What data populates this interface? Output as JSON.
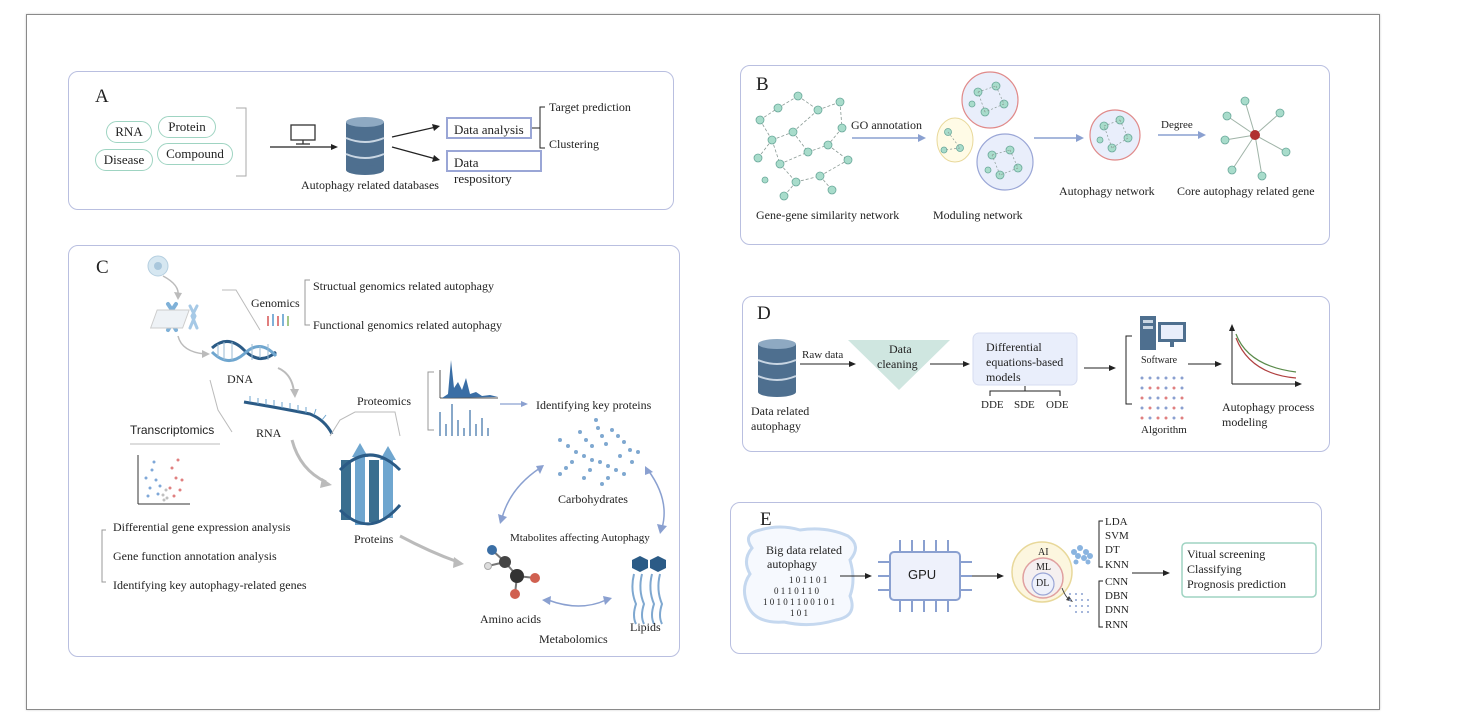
{
  "panelA": {
    "letter": "A",
    "pills": [
      "RNA",
      "Protein",
      "Disease",
      "Compound"
    ],
    "db_label": "Autophagy related databases",
    "boxes": [
      "Data analysis",
      "Data respository"
    ],
    "branches": [
      "Target prediction",
      "Clustering"
    ]
  },
  "panelB": {
    "letter": "B",
    "go_label": "GO annotation",
    "degree_label": "Degree",
    "captions": [
      "Gene-gene similarity network",
      "Moduling network",
      "Autophagy network",
      "Core autophagy related gene"
    ]
  },
  "panelC": {
    "letter": "C",
    "genomics": "Genomics",
    "genomics_items": [
      "Structual genomics related autophagy",
      "Functional genomics related autophagy"
    ],
    "dna": "DNA",
    "rna": "RNA",
    "proteomics": "Proteomics",
    "key_proteins": "Identifying key proteins",
    "transcriptomics": "Transcriptomics",
    "transcript_items": [
      "Differential gene expression analysis",
      "Gene function annotation analysis",
      "Identifying key autophagy-related genes"
    ],
    "proteins": "Proteins",
    "carbohydrates": "Carbohydrates",
    "metabolites": "Mtabolites affecting Autophagy",
    "amino_acids": "Amino acids",
    "lipids": "Lipids",
    "metabolomics": "Metabolomics"
  },
  "panelD": {
    "letter": "D",
    "raw_data": "Raw data",
    "cleaning": [
      "Data",
      "cleaning"
    ],
    "models": [
      "Differential",
      "equations-based",
      "models"
    ],
    "eq_types": [
      "DDE",
      "SDE",
      "ODE"
    ],
    "software": "Software",
    "algorithm": "Algorithm",
    "db_caption": [
      "Data related",
      "autophagy"
    ],
    "modeling": [
      "Autophagy process",
      "modeling"
    ]
  },
  "panelE": {
    "letter": "E",
    "bigdata": [
      "Big data related",
      "autophagy"
    ],
    "binary": [
      "1 0 1 1 0 1",
      "0 1 1 0 1 1 0",
      "1 0 1 0 1  1 0 0  1 0 1",
      "1 0  1"
    ],
    "gpu": "GPU",
    "ai": "AI",
    "ml": "ML",
    "dl": "DL",
    "ml_methods": [
      "LDA",
      "SVM",
      "DT",
      "KNN"
    ],
    "dl_methods": [
      "CNN",
      "DBN",
      "DNN",
      "RNN"
    ],
    "outputs": [
      "Vitual screening",
      "Classifying",
      "Prognosis prediction"
    ]
  }
}
